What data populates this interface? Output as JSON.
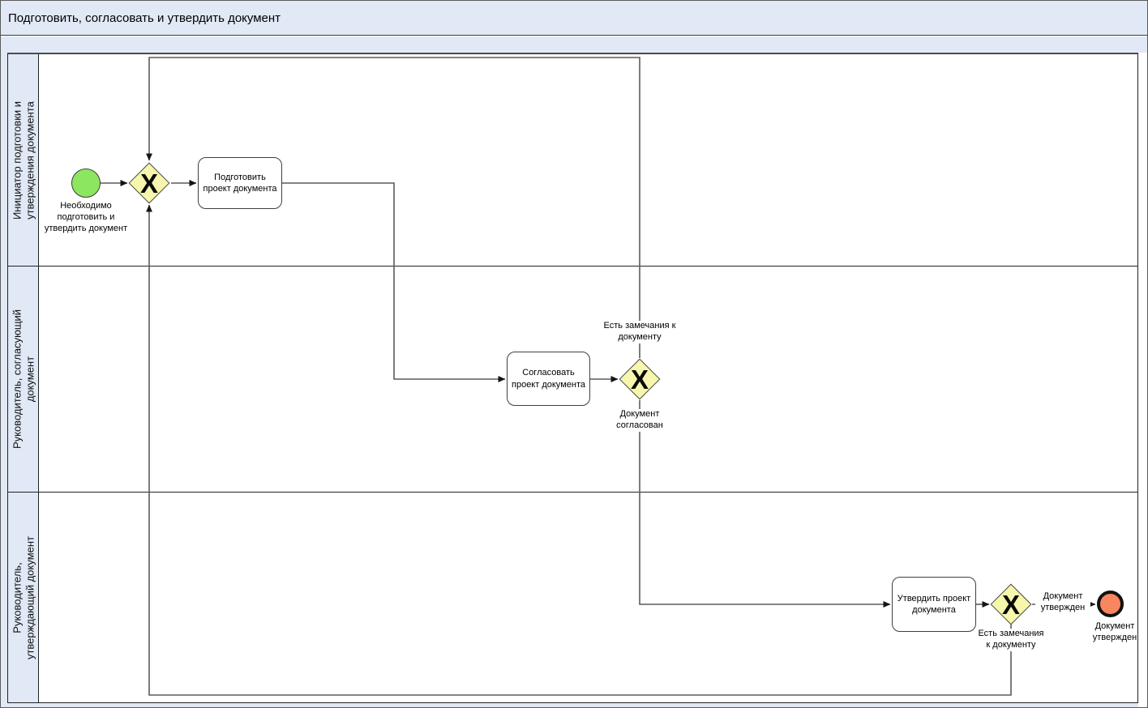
{
  "header": {
    "title": "Подготовить, согласовать и утвердить документ"
  },
  "lanes": [
    {
      "name": "Инициатор подготовки и утверждения документа"
    },
    {
      "name": "Руководитель, согласующий документ"
    },
    {
      "name": "Руководитель, утверждающий документ"
    }
  ],
  "process": {
    "start_event": {
      "label": "Необходимо подготовить и утвердить документ"
    },
    "tasks": [
      {
        "label": "Подготовить проект документа"
      },
      {
        "label": "Согласовать проект документа"
      },
      {
        "label": "Утвердить проект документа"
      }
    ],
    "gateways": [
      {
        "type": "exclusive",
        "marker": "X"
      },
      {
        "type": "exclusive",
        "marker": "X"
      },
      {
        "type": "exclusive",
        "marker": "X"
      }
    ],
    "flow_labels": {
      "remarks_top": "Есть замечания к документу",
      "agreed": "Документ согласован",
      "approved": "Документ утвержден",
      "remarks_bottom": "Есть замечания к документу"
    },
    "end_event": {
      "label": "Документ утвержден"
    }
  },
  "colors": {
    "lane_header_bg": "#e1e9f6",
    "start_event_fill": "#8ce65f",
    "end_event_fill": "#f8865e",
    "gateway_fill": "#f6f6ac",
    "connector": "#5c5c5c"
  }
}
